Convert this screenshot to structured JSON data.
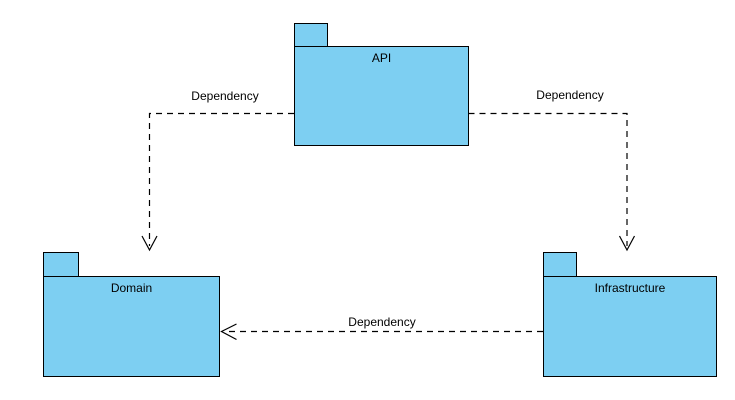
{
  "diagram": {
    "kind": "uml-package-diagram",
    "packages": [
      {
        "name": "API"
      },
      {
        "name": "Domain"
      },
      {
        "name": "Infrastructure"
      }
    ],
    "connectors": [
      {
        "label": "Dependency",
        "from": "API",
        "to": "Domain",
        "line": "dashed",
        "arrowhead": "open"
      },
      {
        "label": "Dependency",
        "from": "API",
        "to": "Infrastructure",
        "line": "dashed",
        "arrowhead": "open"
      },
      {
        "label": "Dependency",
        "from": "Infrastructure",
        "to": "Domain",
        "line": "dashed",
        "arrowhead": "open"
      }
    ],
    "colors": {
      "package_fill": "#7dcff2",
      "package_border": "#000000",
      "connector_line": "#000000",
      "label_text": "#000000",
      "background": "#ffffff"
    }
  }
}
